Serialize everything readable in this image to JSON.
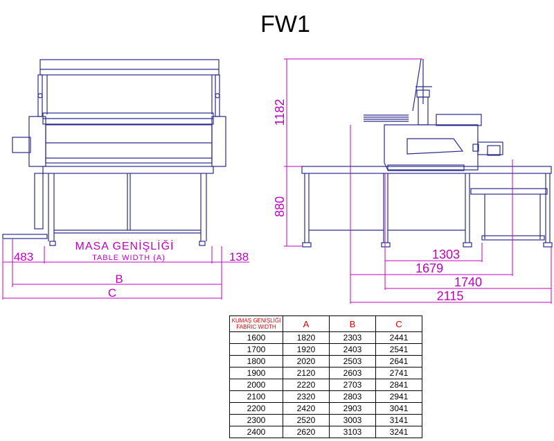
{
  "title": "FW1",
  "front_view": {
    "label_main": "MASA GENİŞLİĞİ",
    "label_sub": "TABLE WIDTH  (A)",
    "dim_left": "483",
    "dim_right": "138",
    "dim_b": "B",
    "dim_c": "C"
  },
  "side_view": {
    "dim_height_top": "1182",
    "dim_height_table": "880",
    "dim_1303": "1303",
    "dim_1679": "1679",
    "dim_1740": "1740",
    "dim_2115": "2115"
  },
  "table": {
    "header_line1": "KUMAŞ GENİŞLİĞİ",
    "header_line2": "FABRIC WIDTH",
    "col_a": "A",
    "col_b": "B",
    "col_c": "C",
    "rows": [
      [
        "1600",
        "1820",
        "2303",
        "2441"
      ],
      [
        "1700",
        "1920",
        "2403",
        "2541"
      ],
      [
        "1800",
        "2020",
        "2503",
        "2641"
      ],
      [
        "1900",
        "2120",
        "2603",
        "2741"
      ],
      [
        "2000",
        "2220",
        "2703",
        "2841"
      ],
      [
        "2100",
        "2320",
        "2803",
        "2941"
      ],
      [
        "2200",
        "2420",
        "2903",
        "3041"
      ],
      [
        "2300",
        "2520",
        "3003",
        "3141"
      ],
      [
        "2400",
        "2620",
        "3103",
        "3241"
      ]
    ]
  }
}
